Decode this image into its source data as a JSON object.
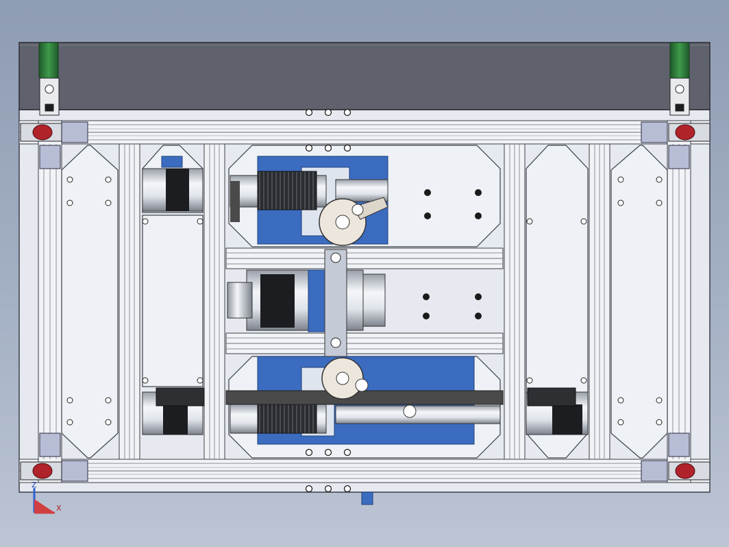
{
  "viewport": {
    "background_top": "#8e9cb4",
    "background_bottom": "#bcc5d4"
  },
  "model": {
    "colors": {
      "frame_fill": "#e6eaf0",
      "frame_stroke": "#3a3e46",
      "top_band": "#5f626c",
      "green_pad": "#2f7a3a",
      "motor_blue": "#3b6cc0",
      "motor_dark": "#1e3f78",
      "belt": "#4a4a4a",
      "caster_red": "#b0232a",
      "plate_fill": "#eef1f5"
    },
    "parts": [
      "frame",
      "top-cover",
      "casters",
      "motors",
      "belt",
      "cam-wheels",
      "mounting-plates"
    ]
  },
  "triad": {
    "z_label": "Z",
    "x_label": "X"
  }
}
